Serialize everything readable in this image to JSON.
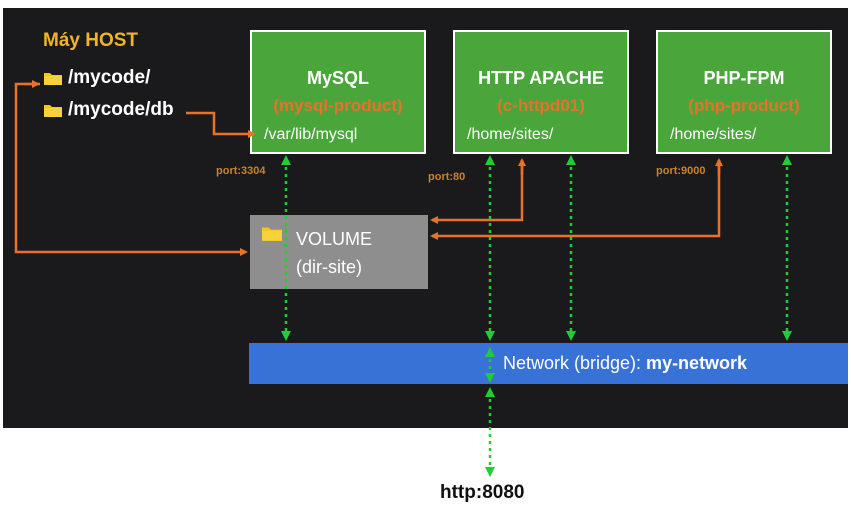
{
  "host": {
    "title": "Máy HOST",
    "paths": [
      "/mycode/",
      "/mycode/db"
    ]
  },
  "containers": [
    {
      "name": "MySQL",
      "container": "(mysql-product)",
      "path": "/var/lib/mysql",
      "port": "port:3304"
    },
    {
      "name": "HTTP APACHE",
      "container": "(c-httpd01)",
      "path": "/home/sites/",
      "port": "port:80"
    },
    {
      "name": "PHP-FPM",
      "container": "(php-product)",
      "path": "/home/sites/",
      "port": "port:9000"
    }
  ],
  "volume": {
    "title": "VOLUME",
    "name": "(dir-site)"
  },
  "network": {
    "label": "Network (bridge): ",
    "name": "my-network"
  },
  "external": {
    "label": "http:8080"
  },
  "colors": {
    "background": "#1a1a1c",
    "container_fill": "#4aa63a",
    "accent_orange": "#e8722a",
    "host_title": "#f0b429",
    "volume_fill": "#8e8e8e",
    "network_fill": "#3872d6",
    "link_green": "#22cc33"
  }
}
